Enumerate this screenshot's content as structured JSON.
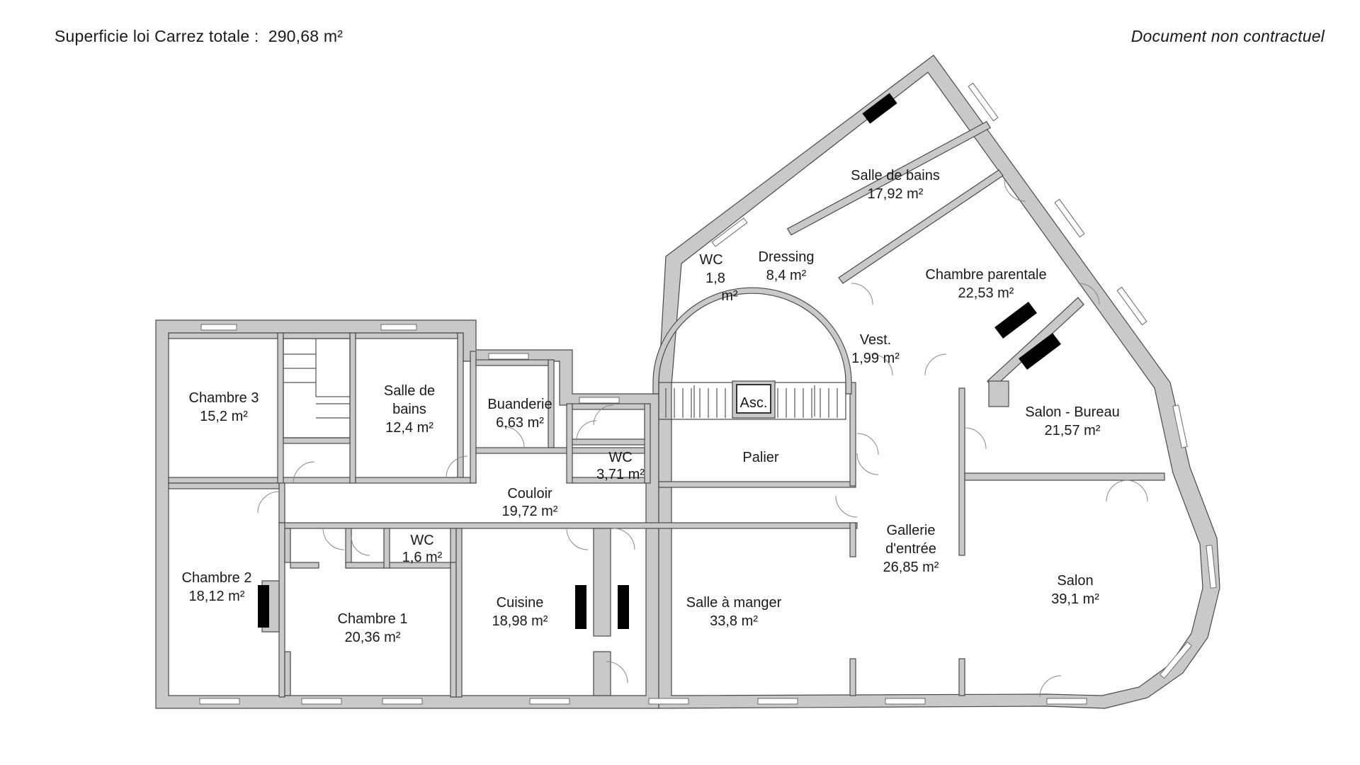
{
  "header": {
    "total_area_label": "Superficie loi Carrez totale :",
    "total_area_value": "290,68 m²",
    "disclaimer": "Document non contractuel"
  },
  "elevator": {
    "label": "Asc."
  },
  "rooms": {
    "chambre3": {
      "name": "Chambre 3",
      "area": "15,2 m²"
    },
    "sdb_left_1": {
      "name": "Salle de"
    },
    "sdb_left_2": {
      "name": "bains",
      "area": "12,4 m²"
    },
    "buanderie": {
      "name": "Buanderie",
      "area": "6,63 m²"
    },
    "wc_371": {
      "name": "WC",
      "area": "3,71 m²"
    },
    "palier": {
      "name": "Palier"
    },
    "couloir": {
      "name": "Couloir",
      "area": "19,72 m²"
    },
    "wc_16": {
      "name": "WC",
      "area": "1,6 m²"
    },
    "chambre2": {
      "name": "Chambre 2",
      "area": "18,12 m²"
    },
    "chambre1": {
      "name": "Chambre 1",
      "area": "20,36 m²"
    },
    "cuisine": {
      "name": "Cuisine",
      "area": "18,98 m²"
    },
    "salle_manger": {
      "name": "Salle à manger",
      "area": "33,8 m²"
    },
    "gallerie_1": {
      "name": "Gallerie"
    },
    "gallerie_2": {
      "name": "d'entrée",
      "area": "26,85 m²"
    },
    "salon": {
      "name": "Salon",
      "area": "39,1 m²"
    },
    "salon_bureau": {
      "name": "Salon - Bureau",
      "area": "21,57 m²"
    },
    "chambre_parentale": {
      "name": "Chambre parentale",
      "area": "22,53 m²"
    },
    "sdb_top": {
      "name": "Salle de bains",
      "area": "17,92 m²"
    },
    "dressing": {
      "name": "Dressing",
      "area": "8,4 m²"
    },
    "wc_18": {
      "name": "WC",
      "area_a": "1,8",
      "area_b": "m²"
    },
    "vest": {
      "name": "Vest.",
      "area": "1,99 m²"
    }
  }
}
